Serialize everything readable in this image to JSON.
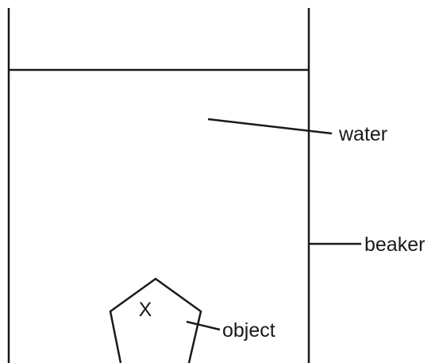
{
  "labels": {
    "water": "water",
    "beaker": "beaker",
    "object": "object",
    "object_mark": "X"
  }
}
